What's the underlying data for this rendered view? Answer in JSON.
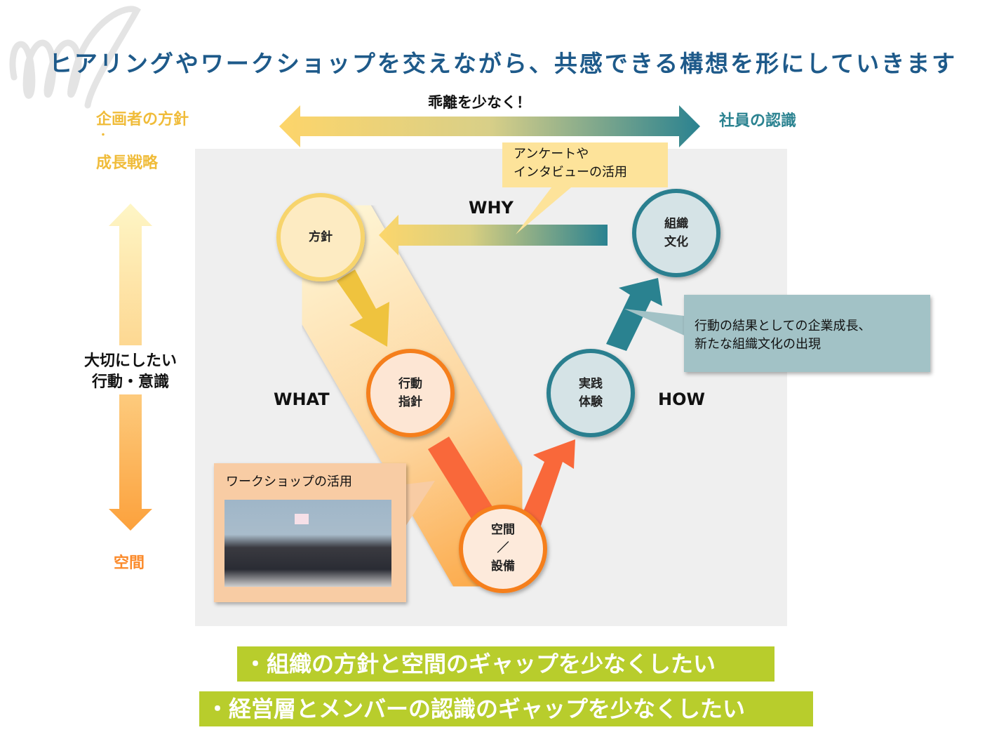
{
  "title": "ヒアリングやワークショップを交えながら、共感できる構想を形にしていきます",
  "axis_top": {
    "left_label_1": "企画者の方針",
    "left_dot": "・",
    "left_label_2": "成長戦略",
    "center_label": "乖離を少なく！",
    "right_label": "社員の認識"
  },
  "axis_left": {
    "middle_line_1": "大切にしたい",
    "middle_line_2": "行動・意識",
    "bottom_label": "空間"
  },
  "diagram": {
    "why": "WHY",
    "what": "WHAT",
    "how": "HOW",
    "nodes": {
      "policy": "方針",
      "action_1": "行動",
      "action_2": "指針",
      "space_1": "空間",
      "space_sep": "／",
      "space_2": "設備",
      "practice_1": "実践",
      "practice_2": "体験",
      "culture_1": "組織",
      "culture_2": "文化"
    },
    "callout_survey_1": "アンケートや",
    "callout_survey_2": "インタビューの活用",
    "callout_workshop": "ワークショップの活用",
    "callout_result_1": "行動の結果としての企業成長、",
    "callout_result_2": "新たな組織文化の出現"
  },
  "bottom": {
    "point_1": "・組織の方針と空間のギャップを少なくしたい",
    "point_2": "・経営層とメンバーの認識のギャップを少なくしたい"
  },
  "colors": {
    "title": "#1e5a8a",
    "gold": "#f0bc3a",
    "teal": "#2a8290",
    "orange": "#f57f1c",
    "green": "#b8cd2c"
  }
}
